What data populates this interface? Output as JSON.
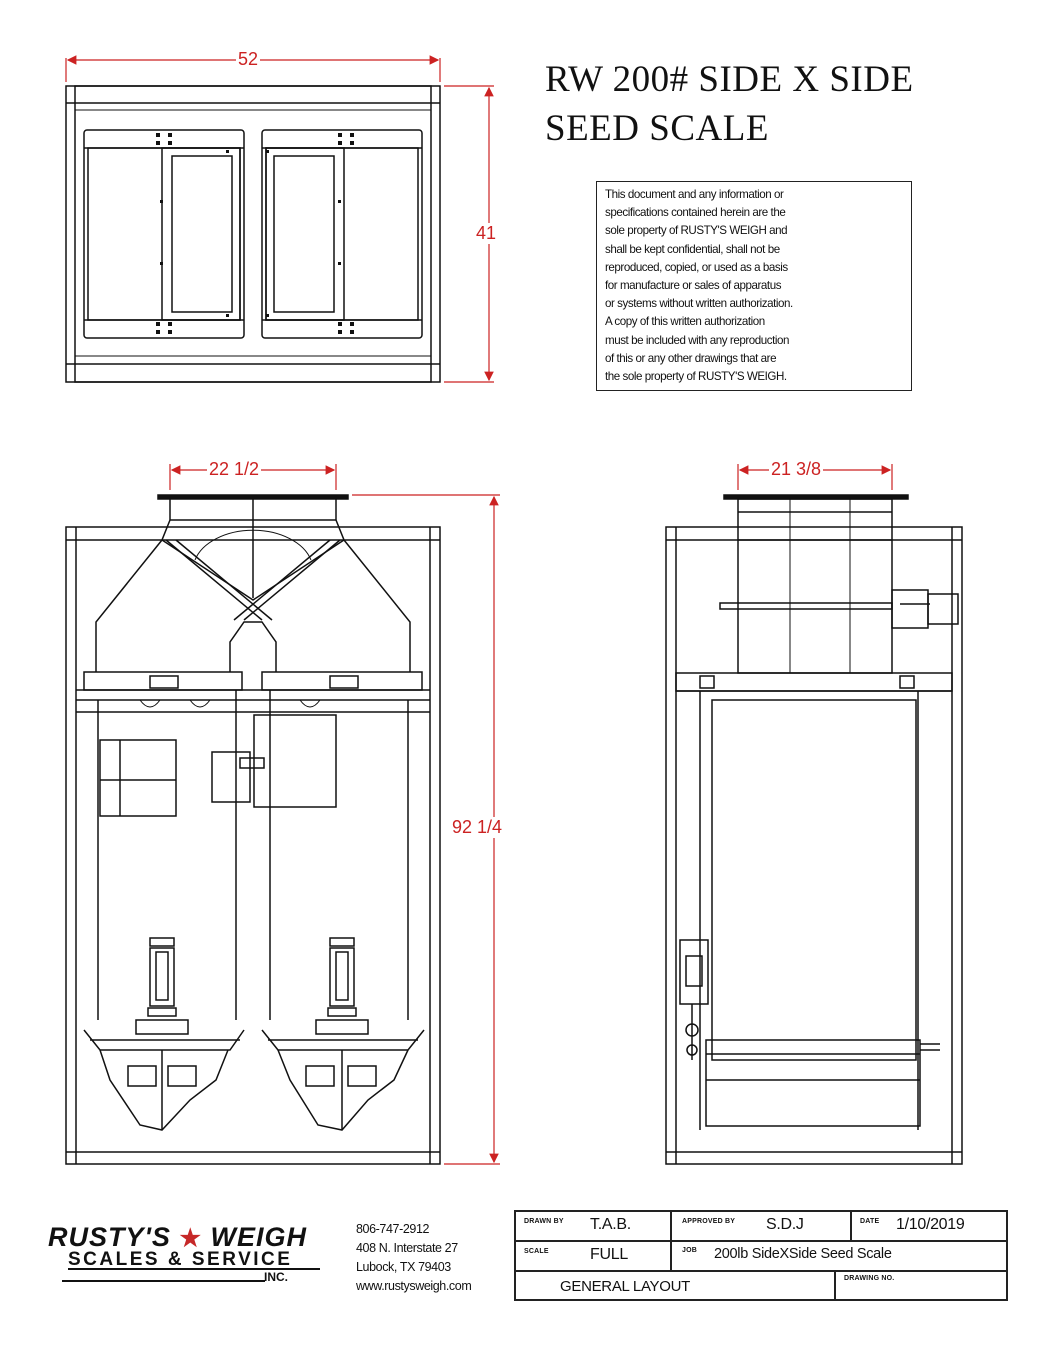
{
  "title": {
    "line1": "RW 200# SIDE X SIDE",
    "line2": "SEED SCALE"
  },
  "notice": {
    "lines": [
      "This document and any information or",
      "specifications contained herein are the",
      "sole property of RUSTY'S WEIGH and",
      "shall be kept confidential, shall not be",
      "reproduced, copied, or used as a basis",
      "for manufacture or sales of apparatus",
      "or systems without written authorization.",
      "A copy of this written authorization",
      "must be included with any reproduction",
      "of this or any other drawings that are",
      "the sole property of RUSTY'S WEIGH."
    ]
  },
  "dimensions": {
    "top_width": "52",
    "top_depth": "41",
    "hopper_width": "22 1/2",
    "side_hopper_width": "21 3/8",
    "height": "92 1/4"
  },
  "company": {
    "logo_line1_left": "RUSTY'S",
    "logo_line1_right": "WEIGH",
    "logo_line2": "SCALES & SERVICE",
    "logo_inc": "INC.",
    "phone": "806-747-2912",
    "address1": "408 N. Interstate 27",
    "address2": "Lubock, TX   79403",
    "website": "www.rustysweigh.com"
  },
  "title_block": {
    "drawn_by_label": "DRAWN BY",
    "drawn_by": "T.A.B.",
    "approved_by_label": "APPROVED BY",
    "approved_by": "S.D.J",
    "date_label": "DATE",
    "date": "1/10/2019",
    "scale_label": "SCALE",
    "scale": "FULL",
    "job_label": "JOB",
    "job": "200lb SideXSide Seed Scale",
    "drawing_title": "GENERAL LAYOUT",
    "drawing_no_label": "DRAWING NO."
  },
  "colors": {
    "line": "#111111",
    "dimension": "#cc2222"
  }
}
